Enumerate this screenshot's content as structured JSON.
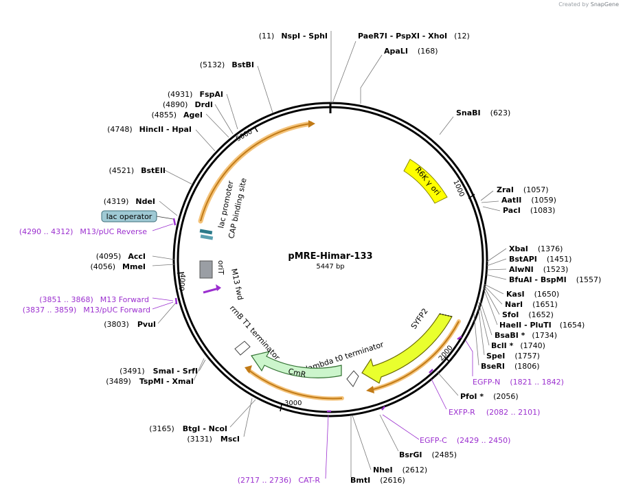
{
  "app": {
    "credit_prefix": "Created by",
    "credit_brand": "SnapGene"
  },
  "plasmid": {
    "name": "pMRE-Himar-133",
    "length_text": "5447 bp",
    "length": 5447
  },
  "ticks": [
    {
      "pos": 1000,
      "label": "1000"
    },
    {
      "pos": 2000,
      "label": "2000"
    },
    {
      "pos": 3000,
      "label": "3000"
    },
    {
      "pos": 4000,
      "label": "4000"
    },
    {
      "pos": 5000,
      "label": "5000"
    }
  ],
  "features": [
    {
      "label": "R6K γ ori",
      "kind": "block",
      "color": "#ffff00"
    },
    {
      "label": "SYFP2",
      "kind": "arrow",
      "color": "#e9ff2e"
    },
    {
      "label": "CmR",
      "kind": "arrow",
      "color": "#ccf5cc"
    },
    {
      "label": "lambda t0 terminator",
      "kind": "terminator"
    },
    {
      "label": "rrnB T1 terminator",
      "kind": "terminator"
    },
    {
      "label": "M13 fwd",
      "kind": "primer"
    },
    {
      "label": "oriT",
      "kind": "box"
    },
    {
      "label": "lac promoter",
      "kind": "promoter"
    },
    {
      "label": "CAP binding site",
      "kind": "site"
    },
    {
      "label": "lac operator",
      "kind": "boxed-label",
      "color": "#9fc9d4"
    }
  ],
  "sites": [
    {
      "pos": "(11)",
      "name": "NspI - SphI"
    },
    {
      "pos": "(12)",
      "name": "PaeR7I - PspXI - XhoI"
    },
    {
      "pos": "(168)",
      "name": "ApaLI"
    },
    {
      "pos": "(623)",
      "name": "SnaBI"
    },
    {
      "pos": "(1057)",
      "name": "ZraI"
    },
    {
      "pos": "(1059)",
      "name": "AatII"
    },
    {
      "pos": "(1083)",
      "name": "PacI"
    },
    {
      "pos": "(1376)",
      "name": "XbaI"
    },
    {
      "pos": "(1451)",
      "name": "BstAPI"
    },
    {
      "pos": "(1523)",
      "name": "AlwNI"
    },
    {
      "pos": "(1557)",
      "name": "BfuAI - BspMI"
    },
    {
      "pos": "(1650)",
      "name": "KasI"
    },
    {
      "pos": "(1651)",
      "name": "NarI"
    },
    {
      "pos": "(1652)",
      "name": "SfoI"
    },
    {
      "pos": "(1654)",
      "name": "HaeII - PluTI"
    },
    {
      "pos": "(1734)",
      "name": "BsaBI *"
    },
    {
      "pos": "(1740)",
      "name": "BclI *"
    },
    {
      "pos": "(1757)",
      "name": "SpeI"
    },
    {
      "pos": "(1806)",
      "name": "BseRI"
    },
    {
      "pos": "(2056)",
      "name": "PfoI *"
    },
    {
      "pos": "(2485)",
      "name": "BsrGI"
    },
    {
      "pos": "(2612)",
      "name": "NheI"
    },
    {
      "pos": "(2616)",
      "name": "BmtI"
    },
    {
      "pos": "(3131)",
      "name": "MscI"
    },
    {
      "pos": "(3165)",
      "name": "BtgI - NcoI"
    },
    {
      "pos": "(3489)",
      "name": "TspMI - XmaI"
    },
    {
      "pos": "(3491)",
      "name": "SmaI - SrfI"
    },
    {
      "pos": "(3803)",
      "name": "PvuI"
    },
    {
      "pos": "(4056)",
      "name": "MmeI"
    },
    {
      "pos": "(4095)",
      "name": "AccI"
    },
    {
      "pos": "(4319)",
      "name": "NdeI"
    },
    {
      "pos": "(4521)",
      "name": "BstEII"
    },
    {
      "pos": "(4748)",
      "name": "HincII - HpaI"
    },
    {
      "pos": "(4855)",
      "name": "AgeI"
    },
    {
      "pos": "(4890)",
      "name": "DrdI"
    },
    {
      "pos": "(4931)",
      "name": "FspAI"
    },
    {
      "pos": "(5132)",
      "name": "BstBI"
    }
  ],
  "primer_sites": [
    {
      "range": "(1821 .. 1842)",
      "name": "EGFP-N"
    },
    {
      "range": "(2082 .. 2101)",
      "name": "EXFP-R"
    },
    {
      "range": "(2429 .. 2450)",
      "name": "EGFP-C"
    },
    {
      "range": "(2717 .. 2736)",
      "name": "CAT-R"
    },
    {
      "range": "(3837 .. 3859)",
      "name": "M13/pUC Forward"
    },
    {
      "range": "(3851 .. 3868)",
      "name": "M13 Forward"
    },
    {
      "range": "(4290 .. 4312)",
      "name": "M13/pUC Reverse"
    }
  ],
  "colors": {
    "primer": "#9b2fcf",
    "feature_outline": "#e69a2e",
    "backbone": "#000000"
  }
}
